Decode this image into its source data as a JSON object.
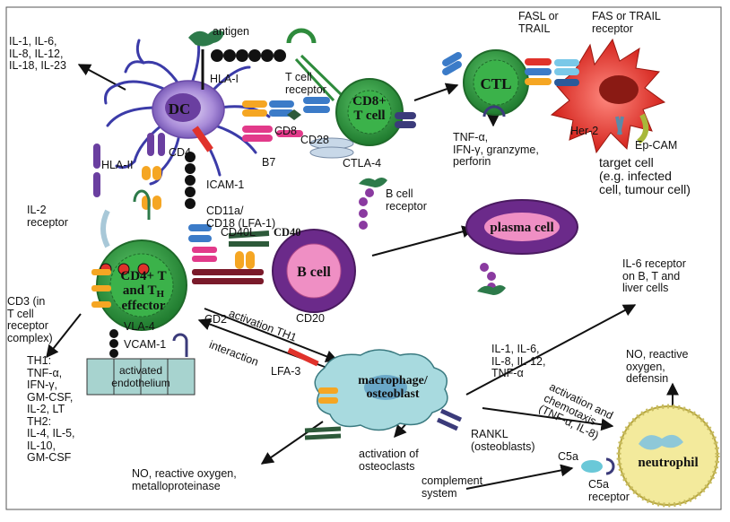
{
  "cells": {
    "dc": "DC",
    "cd8": "CD8+\nT cell",
    "ctl": "CTL",
    "cd4": "CD4+ T\nand TH\neffector",
    "bcell": "B cell",
    "plasma": "plasma cell",
    "macrophage": "macrophage/\nosteoblast",
    "neutrophil": "neutrophil",
    "endothelium": "activated\nendothelium"
  },
  "labels": {
    "dc_cytokines": "IL-1, IL-6,\nIL-8, IL-12,\nIL-18, IL-23",
    "antigen": "antigen",
    "hla1": "HLA-I",
    "tcr": "T cell\nreceptor",
    "fasl": "FASL or\nTRAIL",
    "fas": "FAS or TRAIL\nreceptor",
    "cd8_label": "CD8",
    "cd28": "CD28",
    "b7": "B7",
    "ctla4": "CTLA-4",
    "ctl_products": "TNF-α,\nIFN-γ, granzyme,\nperforin",
    "her2": "Her-2",
    "epcam": "Ep-CAM",
    "target": "target cell\n(e.g. infected\ncell, tumour cell)",
    "cd4_label": "CD4",
    "hla2": "HLA-II",
    "icam1": "ICAM-1",
    "il2r": "IL-2\nreceptor",
    "cd11a": "CD11a/\nCD18 (LFA-1)",
    "cd40l": "CD40L",
    "cd40": "CD40",
    "bcr": "B cell\nreceptor",
    "il6r": "IL-6 receptor\non B, T and\nliver cells",
    "cd3": "CD3 (in\nT cell\nreceptor\ncomplex)",
    "cd20": "CD20",
    "cd2": "CD2",
    "activation_th1": "activation TH1",
    "interaction": "interaction",
    "vla4": "VLA-4",
    "vcam1": "VCAM-1",
    "lfa3": "LFA-3",
    "mac_cytokines": "IL-1, IL-6,\nIL-8, IL-12,\nTNF-α",
    "no_neutro": "NO, reactive\noxygen,\ndefensin",
    "chemotaxis": "activation and\nchemotaxis\n(TNF-α, IL-8)",
    "th_cytokines": "TH1:\nTNF-α,\nIFN-γ,\nGM-CSF,\nIL-2, LT\nTH2:\nIL-4, IL-5,\nIL-10,\nGM-CSF",
    "rankl": "RANKL\n(osteoblasts)",
    "osteoclasts": "activation of\nosteoclasts",
    "no_mac": "NO, reactive oxygen,\nmetalloproteinase",
    "complement": "complement\nsystem",
    "c5a": "C5a",
    "c5ar": "C5a\nreceptor"
  },
  "colors": {
    "dc": "#9a7fd0",
    "tcell_green": "#2e8b3c",
    "bcell_purple": "#6b2a8a",
    "bcell_pink": "#ef8fc4",
    "target_red": "#e0322b",
    "macrophage_blue": "#a8dadf",
    "neutrophil_yellow": "#f3ea9c",
    "endothelium": "#a7d3cf"
  }
}
